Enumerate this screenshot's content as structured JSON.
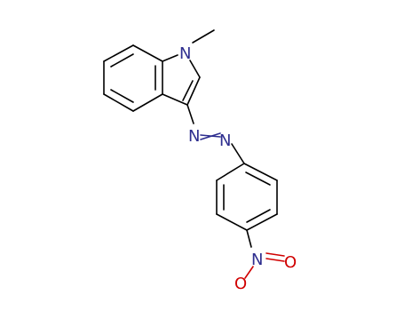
{
  "colors": {
    "carbon_bond": "#000000",
    "nitrogen": "#2e2e8f",
    "oxygen": "#d00000"
  },
  "atoms": {
    "indole_n": "N",
    "azo_n1": "N",
    "azo_n2": "N",
    "nitro_n": "N",
    "nitro_o1": "O",
    "nitro_o2": "O"
  }
}
